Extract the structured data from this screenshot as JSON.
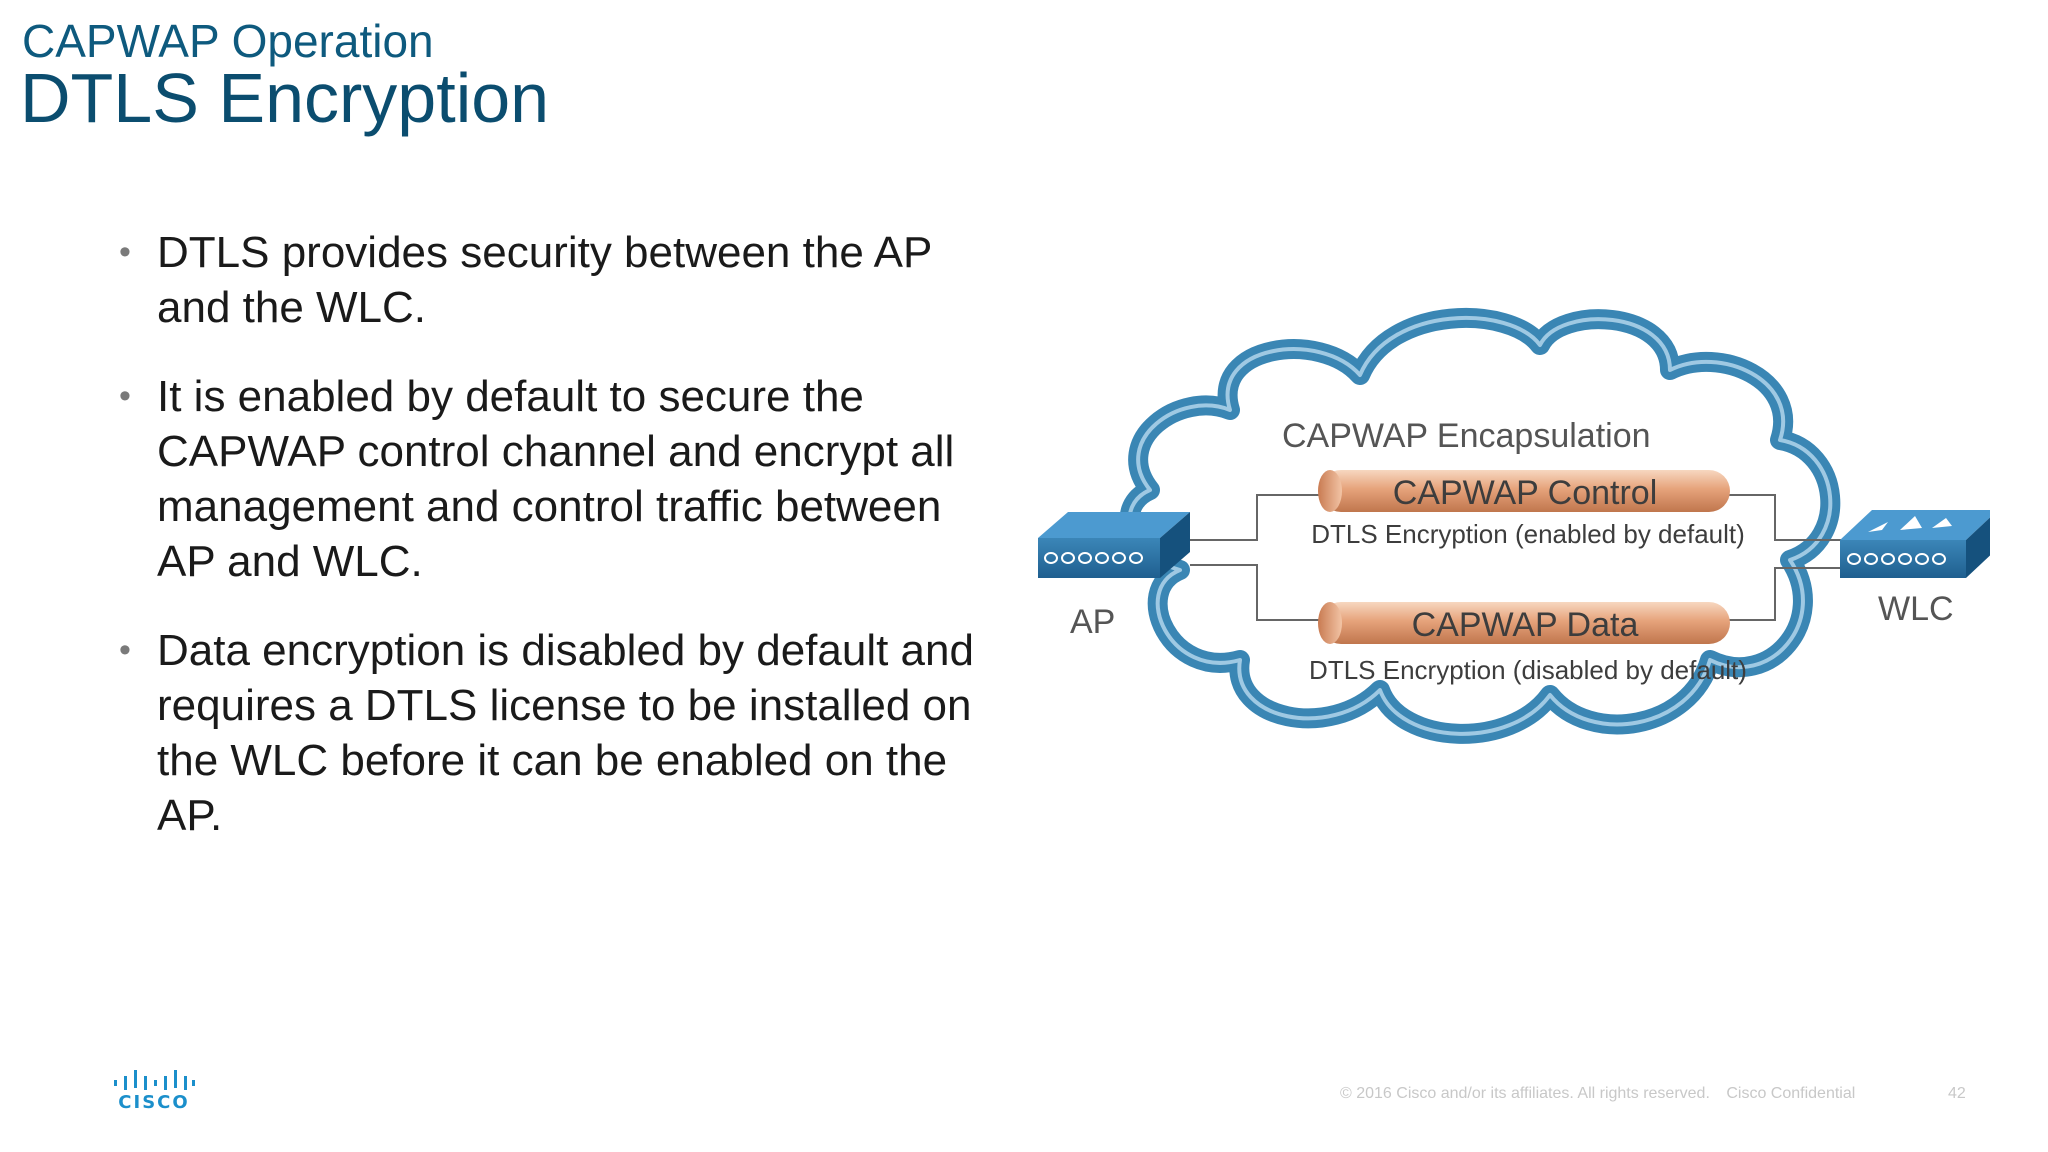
{
  "header": {
    "subtitle": "CAPWAP Operation",
    "title": "DTLS Encryption"
  },
  "bullets": [
    "DTLS provides security between the AP and the WLC.",
    "It is enabled by default to secure the CAPWAP control channel and encrypt all management and control traffic between AP and WLC.",
    "Data encryption is disabled by default and requires a DTLS license to be installed on the WLC before it can be enabled on the AP."
  ],
  "diagram": {
    "cloud_label": "CAPWAP Encapsulation",
    "control_tunnel": "CAPWAP Control",
    "control_note": "DTLS Encryption (enabled by default)",
    "data_tunnel": "CAPWAP Data",
    "data_note": "DTLS Encryption (disabled by default)",
    "ap_label": "AP",
    "wlc_label": "WLC"
  },
  "footer": {
    "copyright": "© 2016  Cisco and/or its affiliates. All rights reserved.",
    "confidential": "Cisco Confidential",
    "page_number": "42"
  },
  "logo": {
    "text": "CISCO",
    "color": "#1b8fcb"
  },
  "colors": {
    "title": "#0b4d6f",
    "cloud": "#3a86b4",
    "tunnel": "#e0a27c"
  }
}
